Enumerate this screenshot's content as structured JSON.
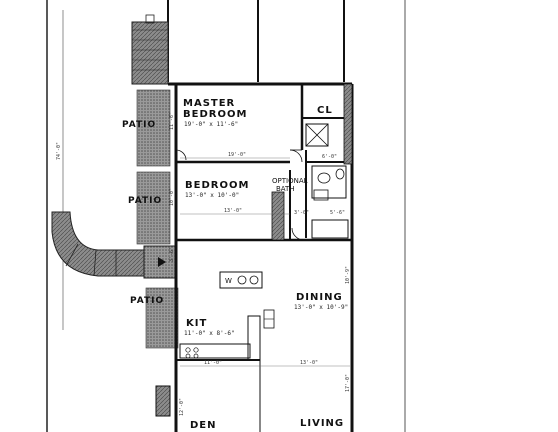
{
  "rooms": {
    "master_bedroom": {
      "name_line1": "MASTER",
      "name_line2": "BEDROOM",
      "dimensions": "19'-0\" x 11'-6\""
    },
    "bedroom": {
      "name": "BEDROOM",
      "dimensions": "13'-0\" x 10'-0\""
    },
    "closet": {
      "name": "CL"
    },
    "optional_bath": {
      "line1": "OPTIONAL",
      "line2": "BATH"
    },
    "dining": {
      "name": "DINING",
      "dimensions": "13'-0\" x 10'-9\""
    },
    "kitchen": {
      "name": "KIT",
      "dimensions": "11'-0\" x 8'-6\""
    },
    "den": {
      "name": "DEN"
    },
    "living": {
      "name": "LIVING"
    },
    "washer_dryer": {
      "label": "W"
    }
  },
  "patios": [
    {
      "label": "PATIO"
    },
    {
      "label": "PATIO"
    },
    {
      "label": "PATIO"
    }
  ],
  "dimension_marks": {
    "left_overall": "74'-0\"",
    "bedroom_width": "13'-0\"",
    "master_width": "19'-0\"",
    "kitchen_width": "11'-0\"",
    "living_width": "13'-0\"",
    "bath_dim_a": "6'-0\"",
    "bath_dim_b": "5'-6\"",
    "hall_dim": "3'-0\"",
    "master_depth": "11'-6\"",
    "bedroom_depth": "10'-0\"",
    "dining_depth": "10'-9\"",
    "den_depth": "12'-0\"",
    "living_depth": "17'-0\"",
    "entry_dim": "3'-6\""
  },
  "colors": {
    "wall": "#111111",
    "hatch": "#8a8a8a",
    "paper": "#ffffff"
  }
}
